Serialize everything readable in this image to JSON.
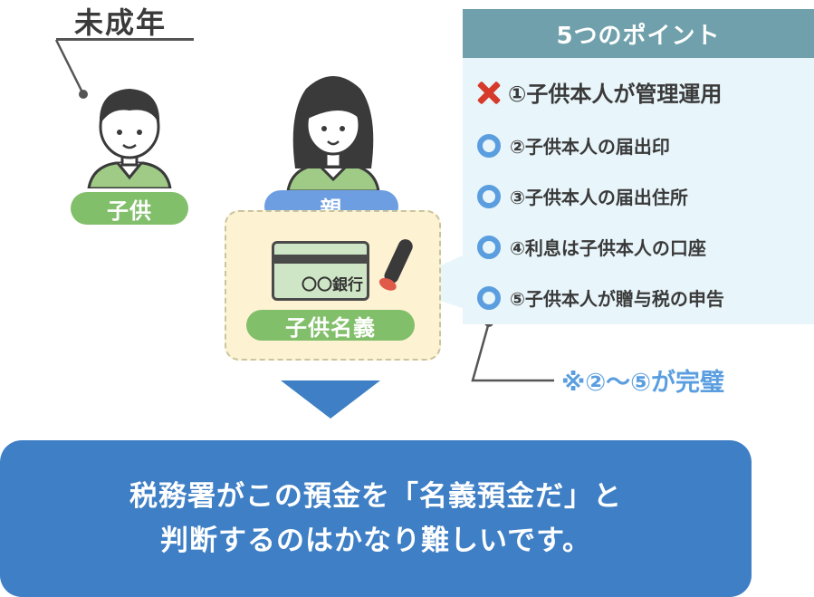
{
  "minor_label": "未成年",
  "child": {
    "label": "子供"
  },
  "parent": {
    "label": "親"
  },
  "bank_card": {
    "label": "〇〇銀行"
  },
  "account_name": "子供名義",
  "points": {
    "title": "5つのポイント",
    "items": [
      {
        "text": "①子供本人が管理運用",
        "status": "cross"
      },
      {
        "text": "②子供本人の届出印",
        "status": "ok"
      },
      {
        "text": "③子供本人の届出住所",
        "status": "ok"
      },
      {
        "text": "④利息は子供本人の口座",
        "status": "ok"
      },
      {
        "text": "⑤子供本人が贈与税の申告",
        "status": "ok"
      }
    ]
  },
  "note": "※②〜⑤が完璧",
  "conclusion": {
    "line1": "税務署がこの預金を「名義預金だ」と",
    "line2": "判断するのはかなり難しいです。"
  },
  "colors": {
    "green_label": "#82bf6b",
    "blue_label": "#6d9ee2",
    "header": "#6fa0ab",
    "panel_bg": "#e8f5fa",
    "conclusion_bg": "#3e7fc5",
    "accent_blue": "#5b9ee0",
    "cross_red": "#d63a2a"
  }
}
